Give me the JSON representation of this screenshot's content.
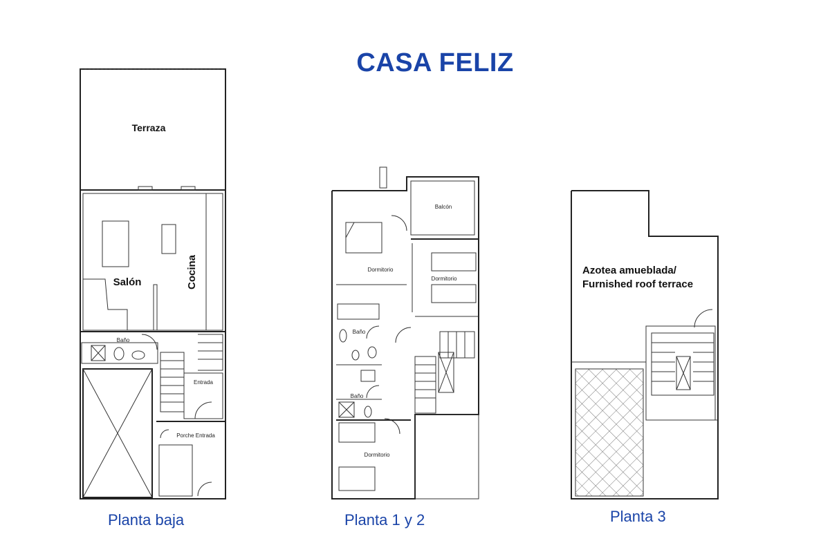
{
  "title": "CASA FELIZ",
  "plans": {
    "planta_baja": {
      "caption": "Planta baja",
      "rooms": {
        "terraza": "Terraza",
        "salon": "Salón",
        "cocina": "Cocina",
        "bano": "Baño",
        "entrada": "Entrada",
        "porche_entrada": "Porche Entrada"
      }
    },
    "planta_1_2": {
      "caption": "Planta 1 y 2",
      "rooms": {
        "balcon": "Balcón",
        "dormitorio_1": "Dormitorio",
        "dormitorio_2": "Dormitorio",
        "dormitorio_3": "Dormitorio",
        "bano_1": "Baño",
        "bano_2": "Baño"
      }
    },
    "planta_3": {
      "caption": "Planta 3",
      "rooms": {
        "azotea_line1": "Azotea amueblada/",
        "azotea_line2": "Furnished roof terrace"
      }
    }
  }
}
